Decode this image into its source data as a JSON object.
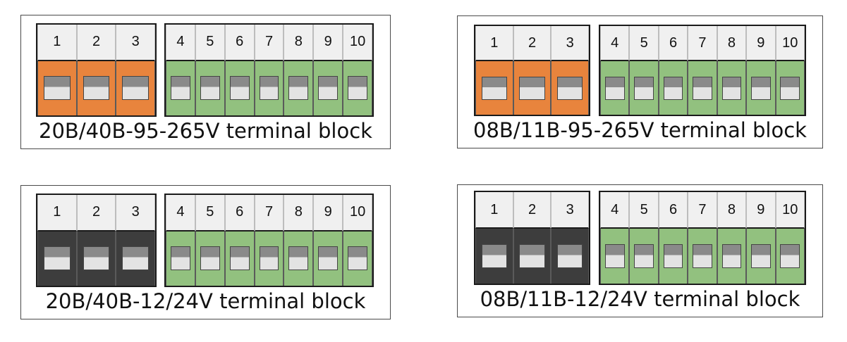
{
  "colors": {
    "orange": "#e8843d",
    "green": "#92c17f",
    "black": "#3d3d3d"
  },
  "blocks": [
    {
      "caption": "20B/40B-95-265V terminal block",
      "left_terminals": [
        "1",
        "2",
        "3"
      ],
      "right_terminals": [
        "4",
        "5",
        "6",
        "7",
        "8",
        "9",
        "10"
      ],
      "left_color": "orange"
    },
    {
      "caption": "08B/11B-95-265V terminal block",
      "left_terminals": [
        "1",
        "2",
        "3"
      ],
      "right_terminals": [
        "4",
        "5",
        "6",
        "7",
        "8",
        "9",
        "10"
      ],
      "left_color": "orange"
    },
    {
      "caption": "20B/40B-12/24V terminal block",
      "left_terminals": [
        "1",
        "2",
        "3"
      ],
      "right_terminals": [
        "4",
        "5",
        "6",
        "7",
        "8",
        "9",
        "10"
      ],
      "left_color": "black"
    },
    {
      "caption": "08B/11B-12/24V terminal block",
      "left_terminals": [
        "1",
        "2",
        "3"
      ],
      "right_terminals": [
        "4",
        "5",
        "6",
        "7",
        "8",
        "9",
        "10"
      ],
      "left_color": "black"
    }
  ]
}
